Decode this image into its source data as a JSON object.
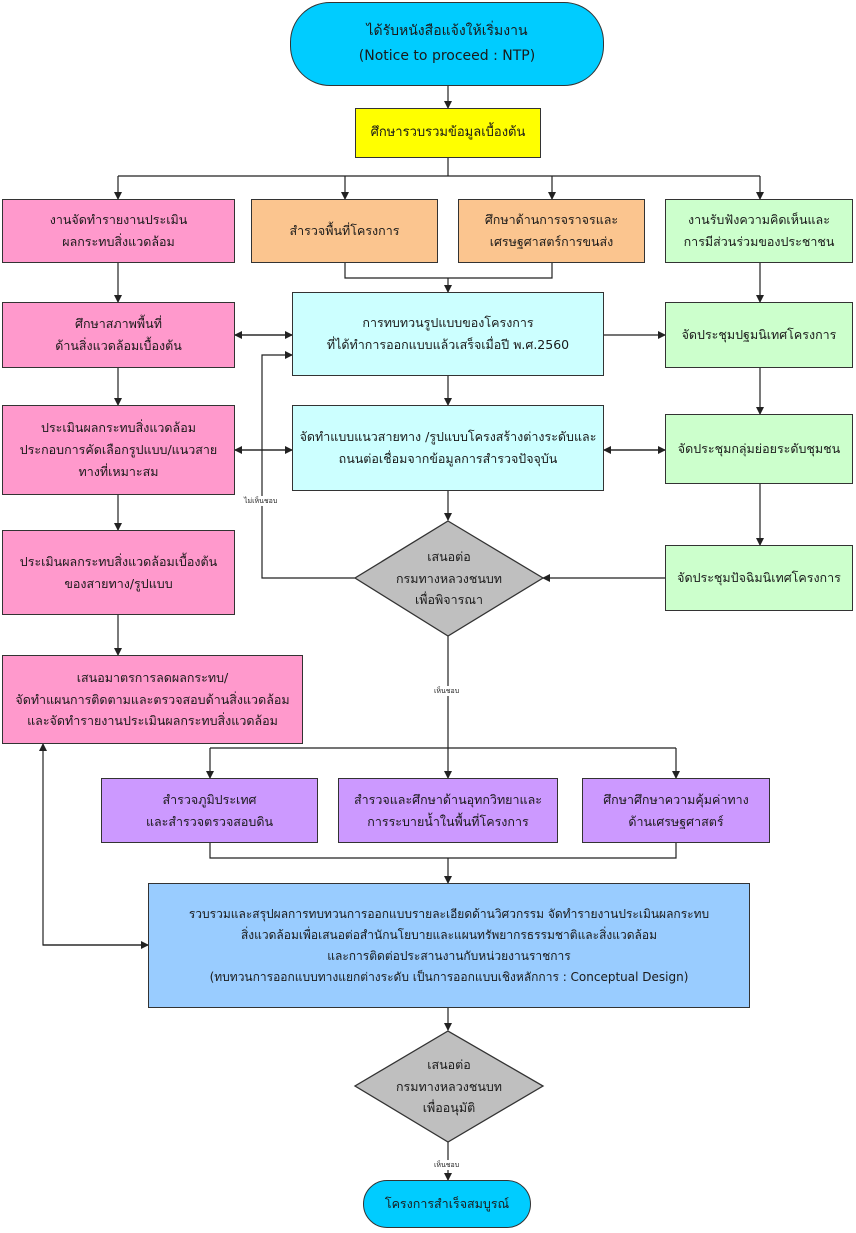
{
  "start": {
    "line1": "ได้รับหนังสือแจ้งให้เริ่มงาน",
    "line2": "(Notice to proceed : NTP)"
  },
  "gather": {
    "line1": "ศึกษารวบรวมข้อมูลเบื้องต้น"
  },
  "env_report": {
    "line1": "งานจัดทำรายงานประเมิน",
    "line2": "ผลกระทบสิ่งแวดล้อม"
  },
  "survey_area": {
    "line1": "สำรวจพื้นที่โครงการ"
  },
  "traffic_study": {
    "line1": "ศึกษาด้านการจราจรและ",
    "line2": "เศรษฐศาสตร์การขนส่ง"
  },
  "public_hearing": {
    "line1": "งานรับฟังความคิดเห็นและ",
    "line2": "การมีส่วนร่วมของประชาชน"
  },
  "env_baseline": {
    "line1": "ศึกษาสภาพพื้นที่",
    "line2": "ด้านสิ่งแวดล้อมเบื้องต้น"
  },
  "design_review": {
    "line1": "การทบทวนรูปแบบของโครงการ",
    "line2": "ที่ได้ทำการออกแบบแล้วเสร็จเมื่อปี พ.ศ.2560"
  },
  "orientation_meeting": {
    "line1": "จัดประชุมปฐมนิเทศโครงการ"
  },
  "env_assess_select": {
    "line1": "ประเมินผลกระทบสิ่งแวดล้อม",
    "line2": "ประกอบการคัดเลือกรูปแบบ/แนวสาย",
    "line3": "ทางที่เหมาะสม"
  },
  "alignment_design": {
    "line1": "จัดทำแบบแนวสายทาง /รูปแบบโครงสร้างต่างระดับและ",
    "line2": "ถนนต่อเชื่อมจากข้อมูลการสำรวจปัจจุบัน"
  },
  "group_meeting": {
    "line1": "จัดประชุมกลุ่มย่อยระดับชุมชน"
  },
  "env_assess_prelim": {
    "line1": "ประเมินผลกระทบสิ่งแวดล้อมเบื้องต้น",
    "line2": "ของสายทาง/รูปแบบ"
  },
  "decision1": {
    "line1": "เสนอต่อ",
    "line2": "กรมทางหลวงชนบท",
    "line3": "เพื่อพิจารณา"
  },
  "closing_meeting": {
    "line1": "จัดประชุมปัจฉิมนิเทศโครงการ"
  },
  "mitigation": {
    "line1": "เสนอมาตรการลดผลกระทบ/",
    "line2": "จัดทำแผนการติดตามและตรวจสอบด้านสิ่งแวดล้อม",
    "line3": "และจัดทำรายงานประเมินผลกระทบสิ่งแวดล้อม"
  },
  "geo_survey": {
    "line1": "สำรวจภูมิประเทศ",
    "line2": "และสำรวจตรวจสอบดิน"
  },
  "hydro_survey": {
    "line1": "สำรวจและศึกษาด้านอุทกวิทยาและ",
    "line2": "การระบายน้ำในพื้นที่โครงการ"
  },
  "econ_study": {
    "line1": "ศึกษาศึกษาความคุ้มค่าทาง",
    "line2": "ด้านเศรษฐศาสตร์"
  },
  "summary": {
    "line1": "รวบรวมและสรุปผลการทบทวนการออกแบบรายละเอียดด้านวิศวกรรม จัดทำรายงานประเมินผลกระทบ",
    "line2": "สิ่งแวดล้อมเพื่อเสนอต่อสำนักนโยบายและแผนทรัพยากรธรรมชาติและสิ่งแวดล้อม",
    "line3": "และการติดต่อประสานงานกับหน่วยงานราชการ",
    "line4": "(ทบทวนการออกแบบทางแยกต่างระดับ เป็นการออกแบบเชิงหลักการ : Conceptual Design)"
  },
  "decision2": {
    "line1": "เสนอต่อ",
    "line2": "กรมทางหลวงชนบท",
    "line3": "เพื่ออนุมัติ"
  },
  "end": {
    "line1": "โครงการสำเร็จสมบูรณ์"
  },
  "labels": {
    "not_agree": "ไม่เห็นชอบ",
    "agree1": "เห็นชอบ",
    "agree2": "เห็นชอบ"
  },
  "colors": {
    "pink": "#ff99cc",
    "orange": "#fbc58f",
    "green": "#ccffcc",
    "cyan": "#ccffff",
    "yellow": "#ffff00",
    "purple": "#cc99ff",
    "blue": "#99ccff",
    "terminal": "#00ccff",
    "diamond": "#bfbfbf"
  }
}
